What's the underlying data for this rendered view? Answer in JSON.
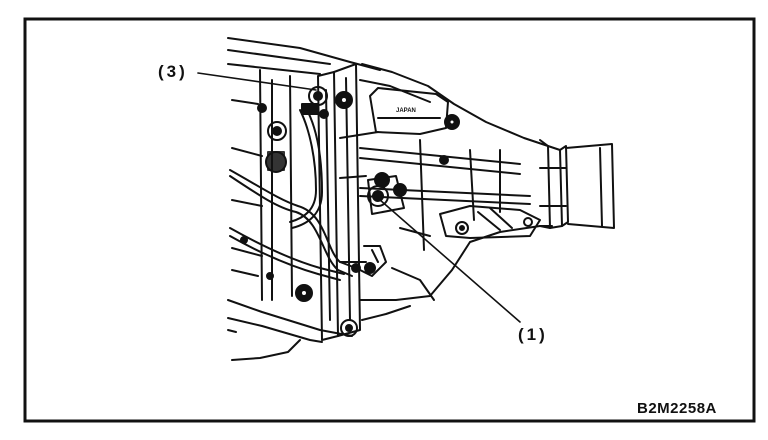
{
  "figure": {
    "callouts": [
      {
        "label": "(3)"
      },
      {
        "label": "(1)"
      }
    ],
    "figure_code": "B2M2258A",
    "stamp_text": "JAPAN"
  }
}
